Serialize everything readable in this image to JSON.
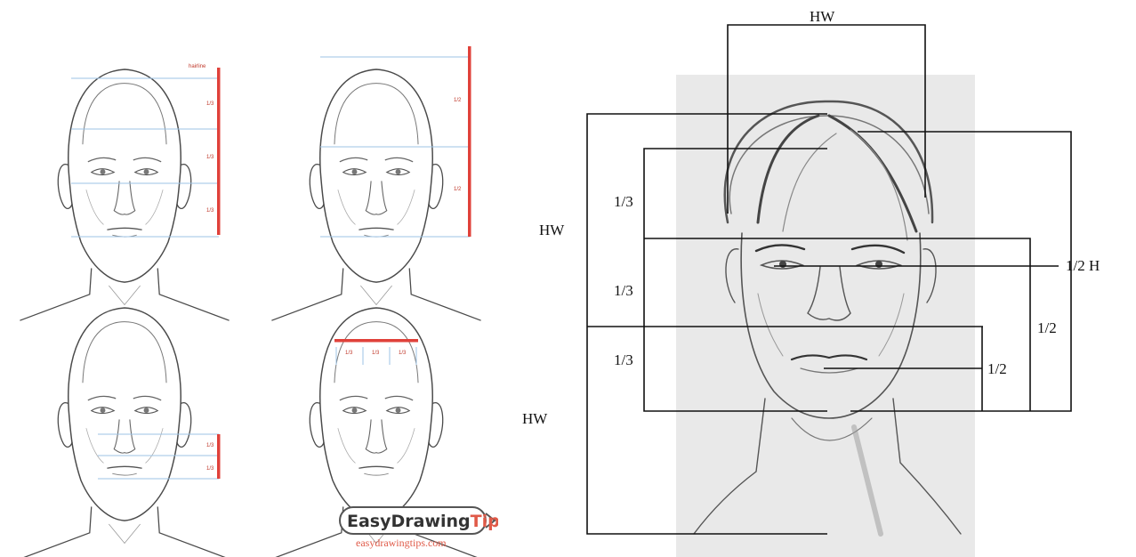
{
  "tutorial": {
    "head1": {
      "marks": [
        "hairline",
        "1/3",
        "1/3",
        "1/3"
      ]
    },
    "head2": {
      "marks": [
        "1/2",
        "1/2"
      ]
    },
    "head3": {
      "marks": [
        "1/3",
        "1/3"
      ]
    },
    "head4": {
      "marks": [
        "1/3",
        "1/3",
        "1/3"
      ]
    },
    "brand": {
      "name_part1": "EasyDrawing",
      "name_part2": "Tips",
      "url": "easydrawingtips.com"
    },
    "colors": {
      "line": "#4a4a4a",
      "guide": "#9cc3e6",
      "marker": "#e0413a"
    }
  },
  "sketch": {
    "labels": {
      "hw_top": "HW",
      "hw_left": "HW",
      "hw_bottom": "HW",
      "third_1": "1/3",
      "third_2": "1/3",
      "third_3": "1/3",
      "half_h": "1/2 H",
      "half_right": "1/2",
      "half_inner": "1/2"
    },
    "colors": {
      "paper": "#e9e9e9",
      "bracket": "#111111",
      "pencil": "#555555"
    }
  }
}
